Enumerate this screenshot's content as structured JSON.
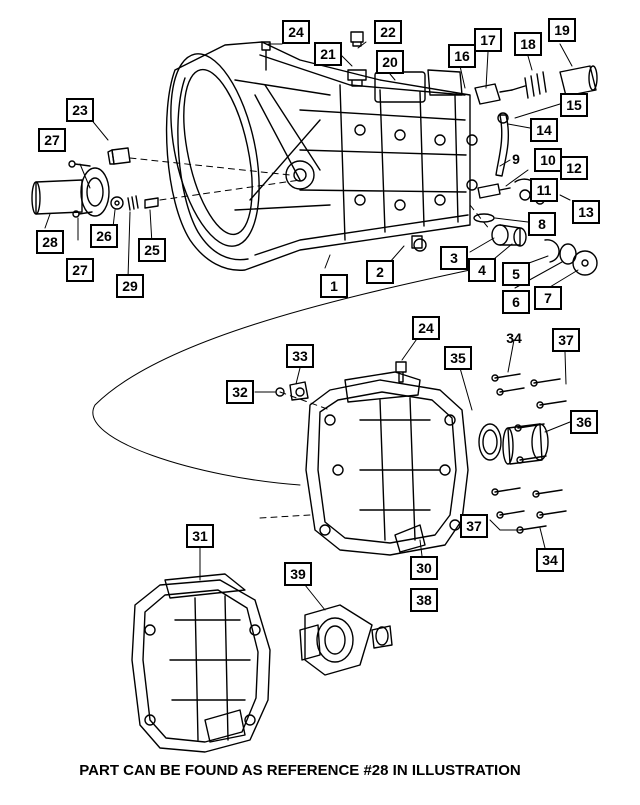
{
  "caption": "PART CAN BE FOUND AS REFERENCE #28 IN ILLUSTRATION",
  "callouts": [
    "1",
    "2",
    "3",
    "4",
    "5",
    "6",
    "7",
    "8",
    "9",
    "10",
    "11",
    "12",
    "13",
    "14",
    "15",
    "16",
    "17",
    "18",
    "19",
    "20",
    "21",
    "22",
    "23",
    "24",
    "25",
    "26",
    "27",
    "28",
    "29",
    "30",
    "31",
    "32",
    "33",
    "34",
    "35",
    "36",
    "37",
    "38",
    "39"
  ]
}
